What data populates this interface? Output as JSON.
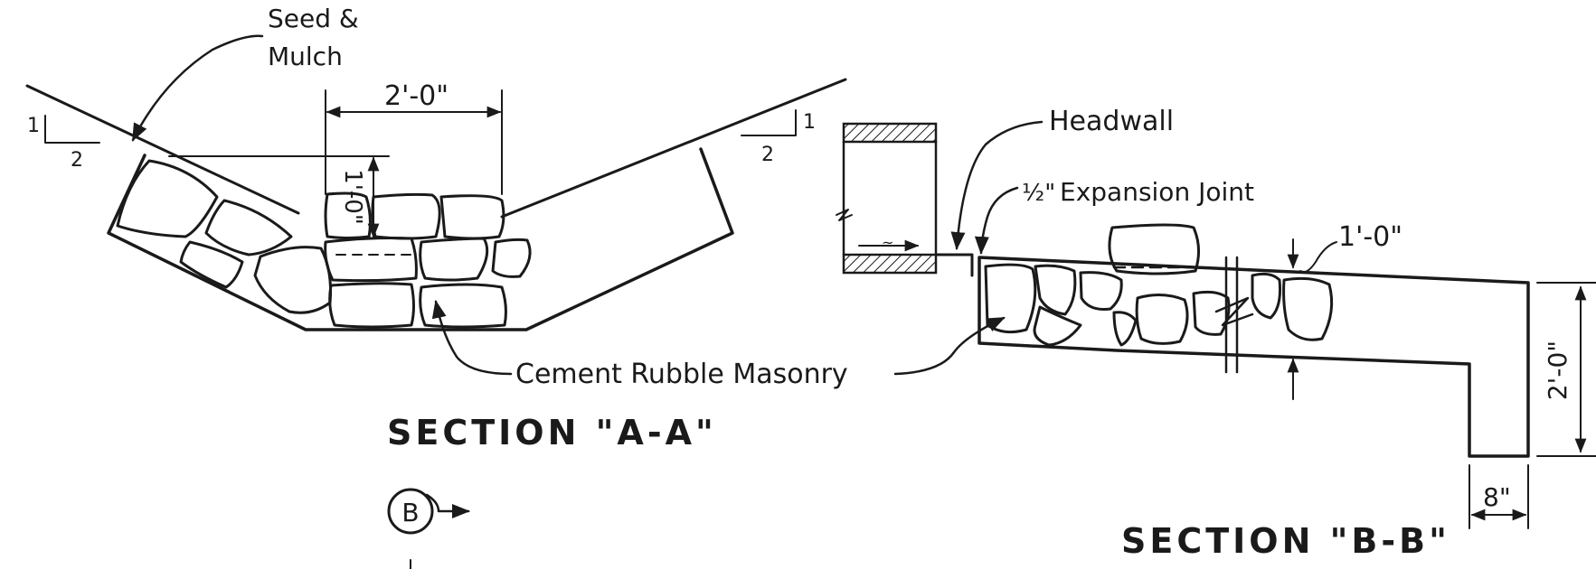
{
  "section_a": {
    "title": "SECTION \"A-A\"",
    "seed_label_line1": "Seed &",
    "seed_label_line2": "Mulch",
    "width_dim": "2'-0\"",
    "depth_dim": "1'-0\"",
    "slope_left_rise": "1",
    "slope_left_run": "2",
    "slope_right_rise": "1",
    "slope_right_run": "2"
  },
  "section_b": {
    "title": "SECTION \"B-B\"",
    "headwall_label": "Headwall",
    "expansion_prefix": "½\"",
    "expansion_label": "Expansion Joint",
    "thickness_dim": "1'-0\"",
    "height_dim": "2'-0\"",
    "width_dim": "8\""
  },
  "shared": {
    "material_label": "Cement Rubble Masonry",
    "section_marker": "B"
  }
}
